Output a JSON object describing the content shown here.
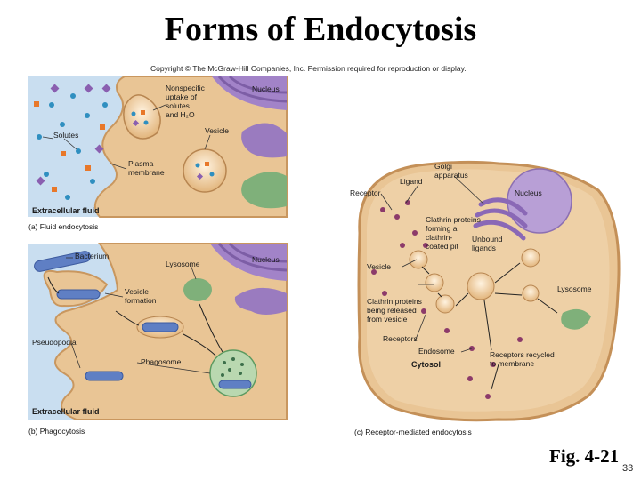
{
  "title": "Forms of Endocytosis",
  "copyright": "Copyright © The McGraw-Hill Companies, Inc. Permission required for reproduction or display.",
  "panel_a": {
    "caption": "(a) Fluid endocytosis",
    "labels": {
      "nonspecific": [
        "Nonspecific",
        "uptake of",
        "solutes",
        "and H₂O"
      ],
      "nucleus": "Nucleus",
      "vesicle": "Vesicle",
      "solutes": "Solutes",
      "plasma_membrane": [
        "Plasma",
        "membrane"
      ],
      "extracellular_fluid": "Extracellular fluid"
    }
  },
  "panel_b": {
    "caption": "(b) Phagocytosis",
    "labels": {
      "bacterium": "Bacterium",
      "lysosome": "Lysosome",
      "nucleus": "Nucleus",
      "vesicle_formation": [
        "Vesicle",
        "formation"
      ],
      "pseudopodia": "Pseudopodia",
      "phagosome": "Phagosome",
      "extracellular_fluid": "Extracellular fluid"
    }
  },
  "panel_c": {
    "caption": "(c) Receptor-mediated endocytosis",
    "labels": {
      "golgi": [
        "Golgi",
        "apparatus"
      ],
      "ligand": "Ligand",
      "receptor": "Receptor",
      "nucleus": "Nucleus",
      "clathrin_pit": [
        "Clathrin proteins",
        "forming a",
        "clathrin-",
        "coated pit"
      ],
      "unbound": [
        "Unbound",
        "ligands"
      ],
      "vesicle": "Vesicle",
      "lysosome": "Lysosome",
      "clathrin_released": [
        "Clathrin proteins",
        "being released",
        "from vesicle"
      ],
      "receptors": "Receptors",
      "endosome": "Endosome",
      "recycled": [
        "Receptors recycled",
        "to membrane"
      ],
      "cytosol": "Cytosol"
    }
  },
  "figure_ref": "Fig. 4-21",
  "slide_number": "33",
  "colors": {
    "cytoplasm": "#e9c595",
    "cytoplasm_light": "#f3d9b4",
    "fluid": "#c9def0",
    "golgi": "#9a7bbf",
    "nucleus": "#b89fd6",
    "lysosome": "#7fb07a",
    "bacterium": "#5f7fc4",
    "solute_blue": "#2f8fc0",
    "solute_orange": "#e8782a",
    "solute_purple": "#8a5fb0"
  }
}
